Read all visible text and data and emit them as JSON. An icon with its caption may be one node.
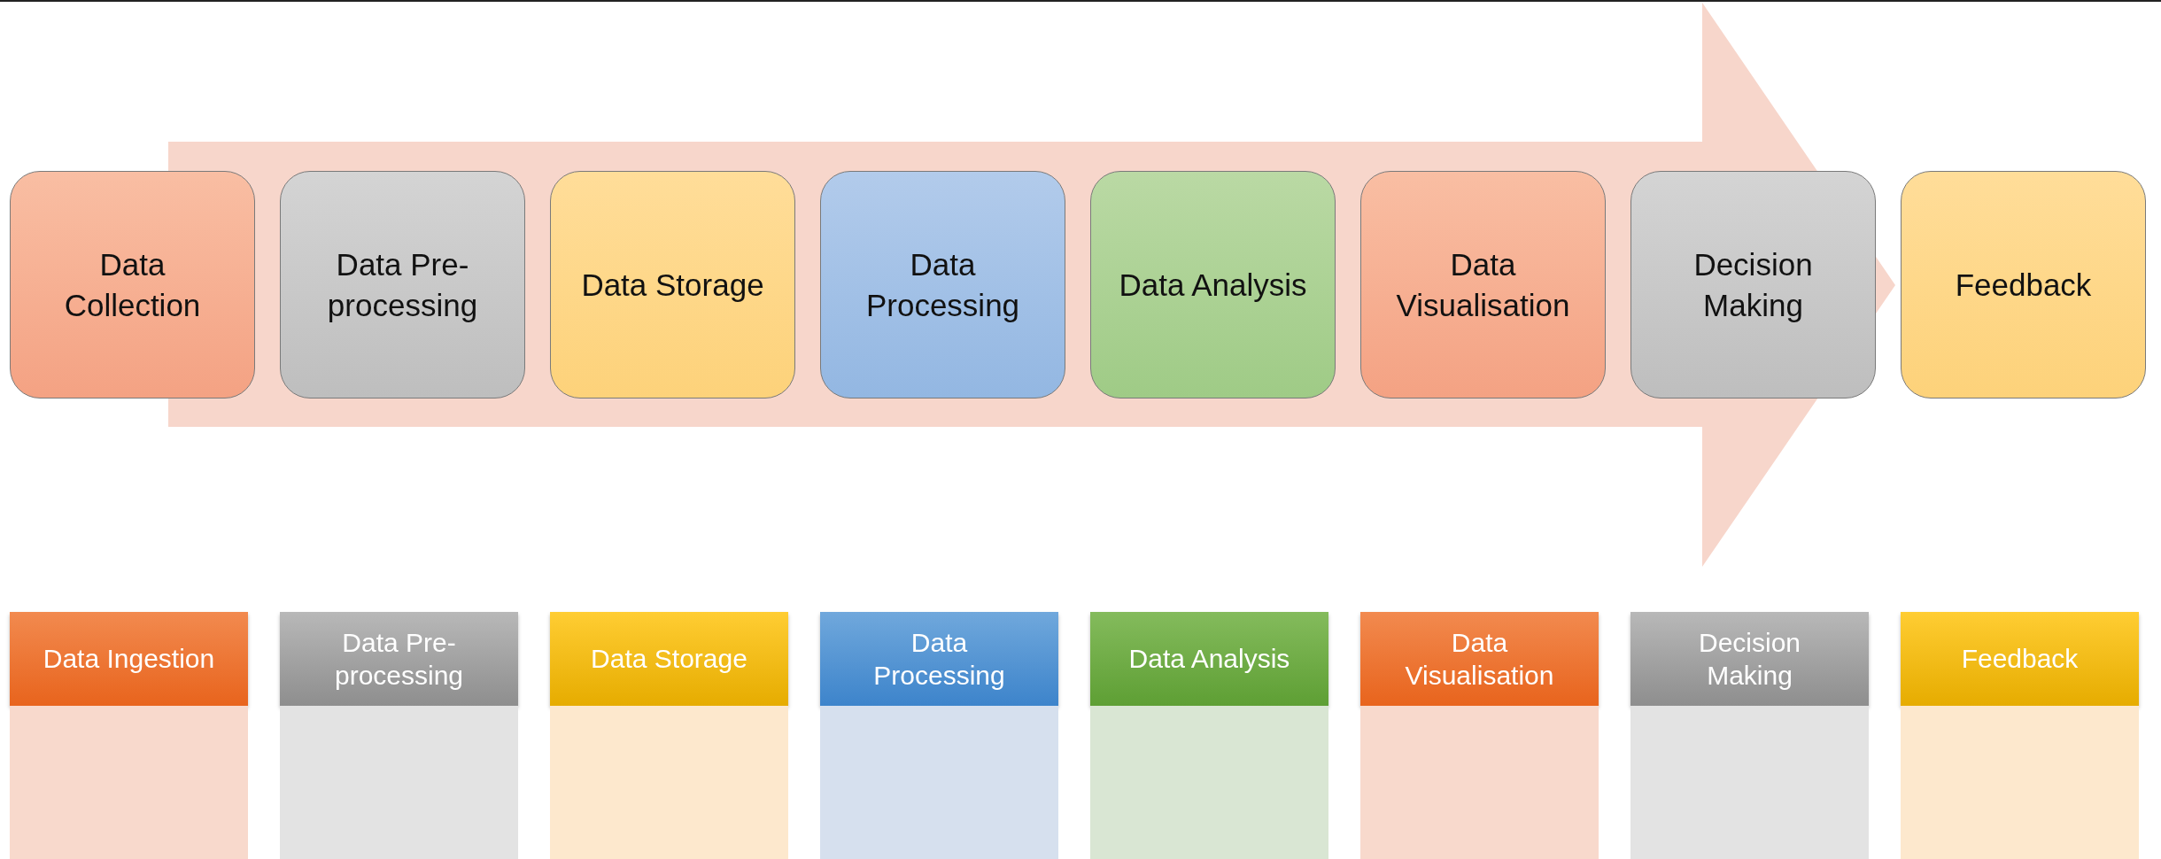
{
  "diagram": {
    "nodes": [
      {
        "text": [
          "Data Collection"
        ]
      },
      {
        "text": [
          "Data Pre-processing"
        ]
      },
      {
        "text": [
          "Data Storage"
        ]
      },
      {
        "text": [
          "Data Processing"
        ]
      },
      {
        "text": [
          "Data Analysis"
        ]
      },
      {
        "text": [
          "Data Visualisation"
        ]
      },
      {
        "text": [
          "Decision Making"
        ]
      },
      {
        "text": [
          "Feedback"
        ]
      },
      {
        "text": [
          "Data Ingestion"
        ]
      },
      {
        "text": [
          "Data Pre-processing"
        ]
      },
      {
        "text": [
          "Data Storage"
        ]
      },
      {
        "text": [
          "Data Processing"
        ]
      },
      {
        "text": [
          "Data Analysis"
        ]
      },
      {
        "text": [
          "Data Visualisation"
        ]
      },
      {
        "text": [
          "Decision Making"
        ]
      },
      {
        "text": [
          "Feedback"
        ]
      },
      {
        "text": [],
        "shape": "box"
      },
      {
        "text": [],
        "shape": "box"
      },
      {
        "text": [],
        "shape": "box"
      },
      {
        "text": [],
        "shape": "box"
      },
      {
        "text": [],
        "shape": "box"
      },
      {
        "text": [],
        "shape": "box"
      },
      {
        "text": [],
        "shape": "box"
      },
      {
        "text": [],
        "shape": "box"
      }
    ]
  }
}
